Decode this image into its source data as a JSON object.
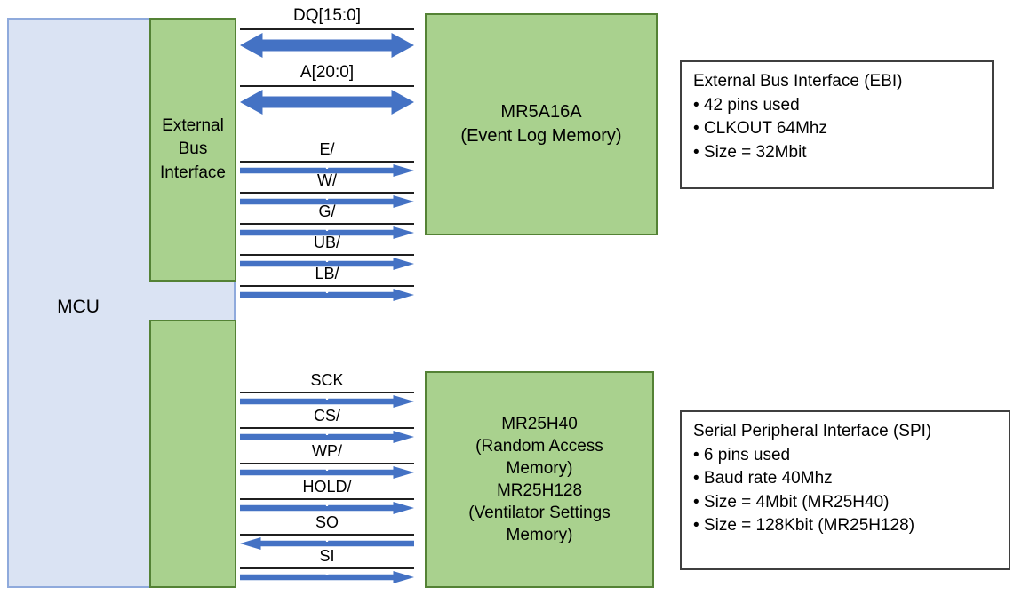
{
  "mcu": {
    "label": "MCU"
  },
  "ebi_block": {
    "label": "External\nBus\nInterface"
  },
  "memory_top": {
    "text": "MR5A16A\n(Event Log Memory)"
  },
  "memory_bottom": {
    "text": "MR25H40\n(Random Access\nMemory)\nMR25H128\n(Ventilator Settings\nMemory)"
  },
  "ebi_signals": [
    {
      "label": "DQ[15:0]",
      "direction": "both",
      "thick": true
    },
    {
      "label": "A[20:0]",
      "direction": "both",
      "thick": true
    },
    {
      "label": "E/",
      "direction": "right",
      "thick": false
    },
    {
      "label": "W/",
      "direction": "right",
      "thick": false
    },
    {
      "label": "G/",
      "direction": "right",
      "thick": false
    },
    {
      "label": "UB/",
      "direction": "right",
      "thick": false
    },
    {
      "label": "LB/",
      "direction": "right",
      "thick": false
    }
  ],
  "spi_signals": [
    {
      "label": "SCK",
      "direction": "right"
    },
    {
      "label": "CS/",
      "direction": "right"
    },
    {
      "label": "WP/",
      "direction": "right"
    },
    {
      "label": "HOLD/",
      "direction": "right"
    },
    {
      "label": "SO",
      "direction": "left"
    },
    {
      "label": "SI",
      "direction": "right"
    }
  ],
  "ebi_note": {
    "title": "External Bus Interface (EBI)",
    "bullets": [
      "• 42 pins used",
      "• CLKOUT 64Mhz",
      "• Size = 32Mbit"
    ]
  },
  "spi_note": {
    "title": "Serial Peripheral Interface (SPI)",
    "bullets": [
      "• 6 pins used",
      "• Baud rate 40Mhz",
      "• Size = 4Mbit (MR25H40)",
      "• Size = 128Kbit (MR25H128)"
    ]
  },
  "colors": {
    "arrow_blue": "#4472c4",
    "block_green": "#a9d18e",
    "green_border": "#548235",
    "mcu_fill": "#dae3f3",
    "mcu_border": "#8faadc"
  }
}
